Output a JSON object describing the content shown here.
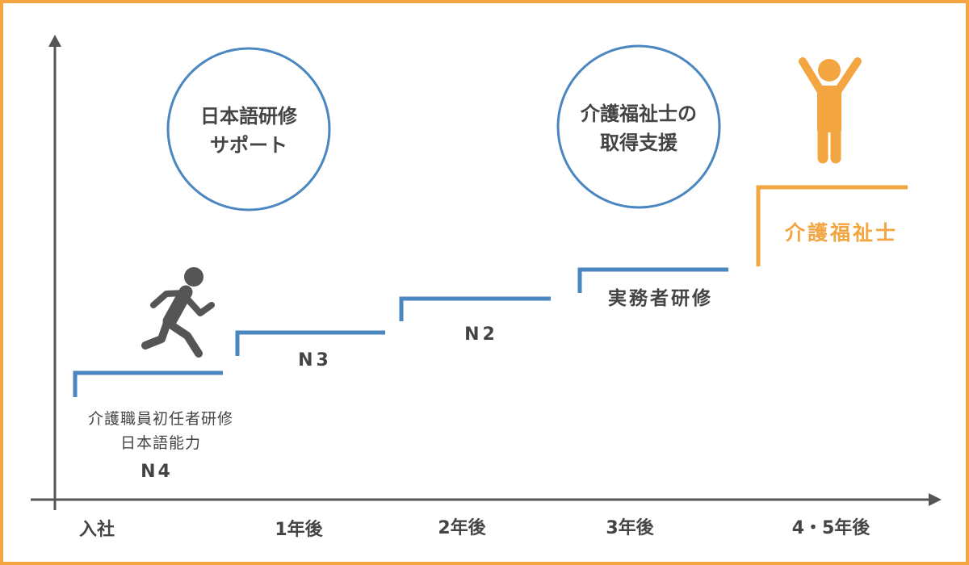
{
  "colors": {
    "frame": "#f2a541",
    "step": "#4a86c0",
    "goal": "#f2a541",
    "axis": "#555555",
    "text": "#444444",
    "figure": "#555555"
  },
  "x_axis": {
    "labels": [
      "入社",
      "1年後",
      "2年後",
      "3年後",
      "4・5年後"
    ]
  },
  "steps": [
    {
      "label_lines": [
        "介護職員初任者研修",
        "日本語能力"
      ],
      "sub": "N4"
    },
    {
      "label": "N3"
    },
    {
      "label": "N2"
    },
    {
      "label": "実務者研修"
    },
    {
      "label": "介護福祉士"
    }
  ],
  "circles": [
    {
      "lines": [
        "日本語研修",
        "サポート"
      ]
    },
    {
      "lines": [
        "介護福祉士の",
        "取得支援"
      ]
    }
  ],
  "icons": {
    "runner": "running-person-icon",
    "goal": "celebrating-person-icon"
  }
}
